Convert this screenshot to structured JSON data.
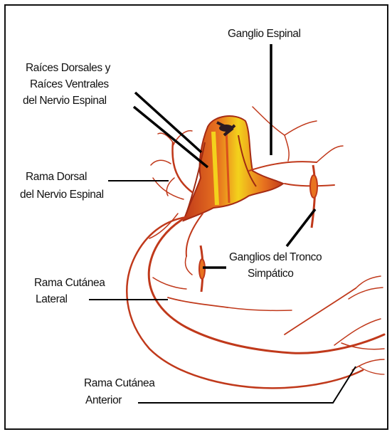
{
  "labels": {
    "ganglio_espinal": "Ganglio Espinal",
    "raices": [
      "Raíces Dorsales y",
      "Raíces Ventrales",
      "del Nervio Espinal"
    ],
    "rama_dorsal": [
      "Rama Dorsal",
      "del Nervio Espinal"
    ],
    "ganglios_tronco": [
      "Ganglios del Tronco",
      "Simpático"
    ],
    "rama_cutanea_lateral": [
      "Rama Cutánea",
      "Lateral"
    ],
    "rama_cutanea_anterior": [
      "Rama Cutánea",
      "Anterior"
    ]
  },
  "colors": {
    "nerve_red": "#c0391b",
    "nerve_orange": "#e8731f",
    "nerve_yellow": "#f3d21c",
    "cord_dark": "#2b1a22",
    "leader": "#000000"
  }
}
